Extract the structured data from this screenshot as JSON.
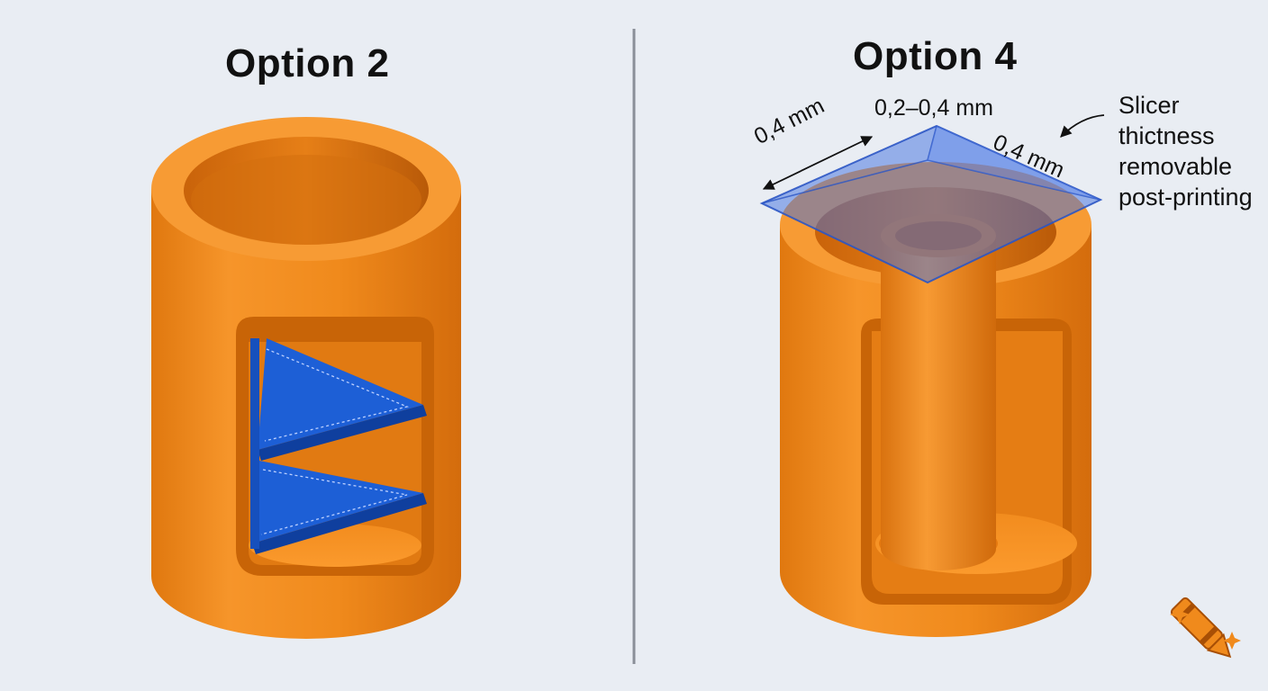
{
  "left_panel": {
    "title": "Option 2"
  },
  "right_panel": {
    "title": "Option 4",
    "dimensions": {
      "top": "0,2–0,4 mm",
      "left": "0,4 mm",
      "right": "0,4 mm"
    },
    "note_lines": [
      "Slicer",
      "thictness",
      "removable",
      "post-printing"
    ]
  },
  "colors": {
    "background": "#e9edf3",
    "part": "#f08a1c",
    "part_dark": "#d8700f",
    "support": "#1d5fd6",
    "translucent_plane": "#3f6fe0",
    "divider": "#8a8f98"
  },
  "logo": {
    "icon": "crayon-sparkle-icon"
  }
}
